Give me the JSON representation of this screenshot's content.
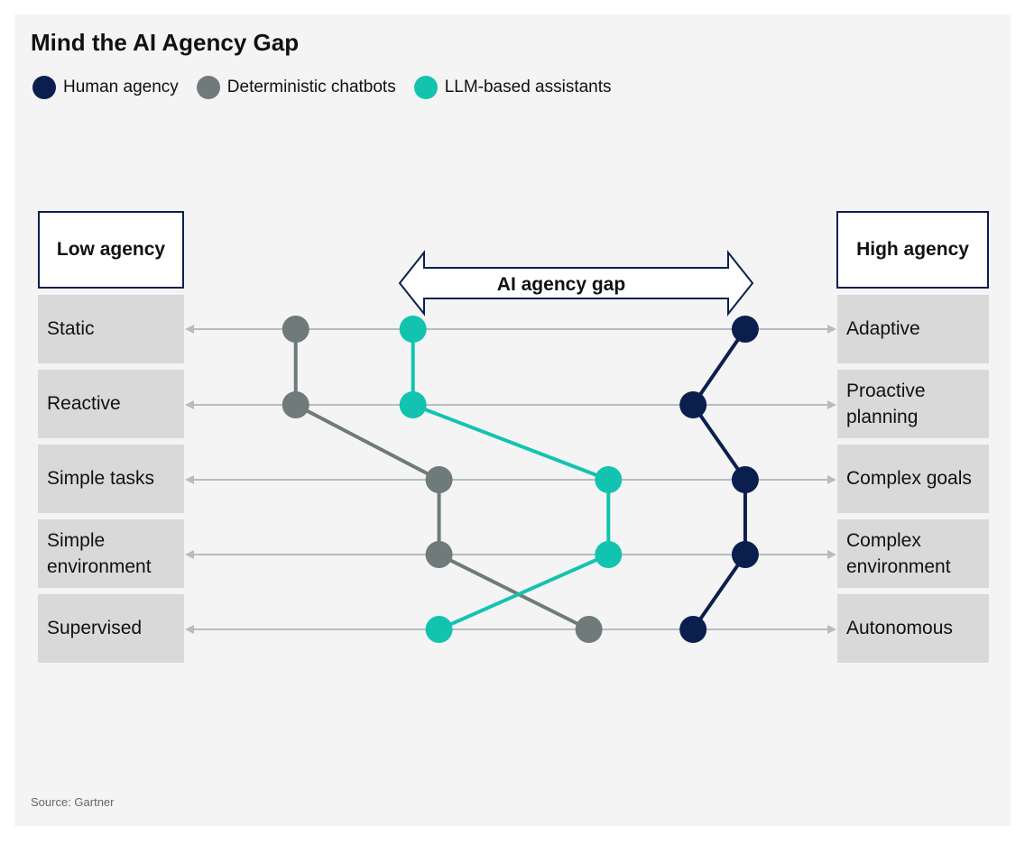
{
  "title": "Mind the AI Agency Gap",
  "legend": [
    {
      "label": "Human agency",
      "color": "#0b1f4f"
    },
    {
      "label": "Deterministic chatbots",
      "color": "#6f7a7a"
    },
    {
      "label": "LLM-based assistants",
      "color": "#12c4b0"
    }
  ],
  "low_header": "Low agency",
  "high_header": "High agency",
  "gap_label": "AI agency gap",
  "rows": [
    {
      "low": "Static",
      "high": "Adaptive"
    },
    {
      "low": "Reactive",
      "high": "Proactive planning"
    },
    {
      "low": "Simple tasks",
      "high": "Complex goals"
    },
    {
      "low": "Simple environment",
      "high": "Complex environment"
    },
    {
      "low": "Supervised",
      "high": "Autonomous"
    }
  ],
  "series": [
    {
      "name": "Deterministic chatbots",
      "color": "#6f7a7a",
      "levels": [
        0.17,
        0.17,
        0.39,
        0.39,
        0.62
      ]
    },
    {
      "name": "LLM-based assistants",
      "color": "#12c4b0",
      "levels": [
        0.35,
        0.35,
        0.65,
        0.65,
        0.39
      ]
    },
    {
      "name": "Human agency",
      "color": "#0b1f4f",
      "levels": [
        0.86,
        0.78,
        0.86,
        0.86,
        0.78
      ]
    }
  ],
  "source": "Source: Gartner"
}
